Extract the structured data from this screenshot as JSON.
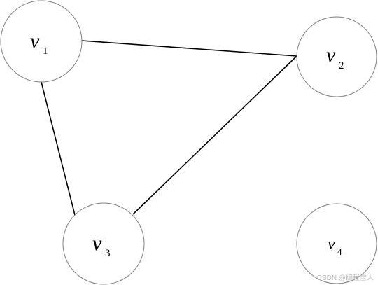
{
  "graph": {
    "nodes": [
      {
        "id": "v1",
        "letter": "v",
        "subscript": "1"
      },
      {
        "id": "v2",
        "letter": "v",
        "subscript": "2"
      },
      {
        "id": "v3",
        "letter": "v",
        "subscript": "3"
      },
      {
        "id": "v4",
        "letter": "v",
        "subscript": "4"
      }
    ],
    "edges": [
      {
        "from": "v1",
        "to": "v2"
      },
      {
        "from": "v1",
        "to": "v3"
      },
      {
        "from": "v2",
        "to": "v3"
      }
    ],
    "colors": {
      "edge": "#000000",
      "node_border": "#7f7f7f",
      "node_fill": "#ffffff",
      "watermark": "#b9b9b9"
    }
  },
  "watermark": {
    "text": "CSDN @编程雪人"
  }
}
